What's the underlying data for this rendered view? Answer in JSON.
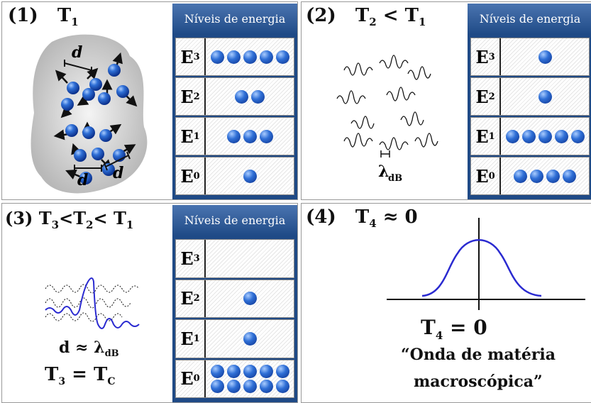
{
  "levels_title": "Níveis de energia",
  "level_labels": [
    "E",
    "E",
    "E",
    "E"
  ],
  "level_subs": [
    "3",
    "2",
    "1",
    "0"
  ],
  "panel1": {
    "num": "(1)",
    "temp": "T",
    "temp_sub": "1",
    "d_label": "d",
    "balls": [
      5,
      2,
      3,
      1
    ]
  },
  "panel2": {
    "num": "(2)",
    "t2": "T",
    "t2_sub": "2",
    "lt": "<",
    "t1": "T",
    "t1_sub": "1",
    "lambda": "λ",
    "lambda_sub": "dB",
    "balls": [
      1,
      1,
      5,
      4
    ]
  },
  "panel3": {
    "num": "(3)",
    "formula": "T",
    "s1": "3",
    "lt1": "<T",
    "s2": "2",
    "lt2": "< T",
    "s3": "1",
    "d_eq": "d ≈ λ",
    "d_eq_sub": "dB",
    "tc": "T",
    "tc_sub1": "3",
    "tc_eq": " = T",
    "tc_sub2": "C",
    "balls": [
      0,
      1,
      1,
      10
    ]
  },
  "panel4": {
    "num": "(4)",
    "t4": "T",
    "t4_sub": "4",
    "approx": "≈ 0",
    "t4eq": "T",
    "t4eq_sub": "4",
    "t4eq_rest": " = 0",
    "caption_line1": "“Onda de matéria",
    "caption_line2": "macroscópica”"
  }
}
